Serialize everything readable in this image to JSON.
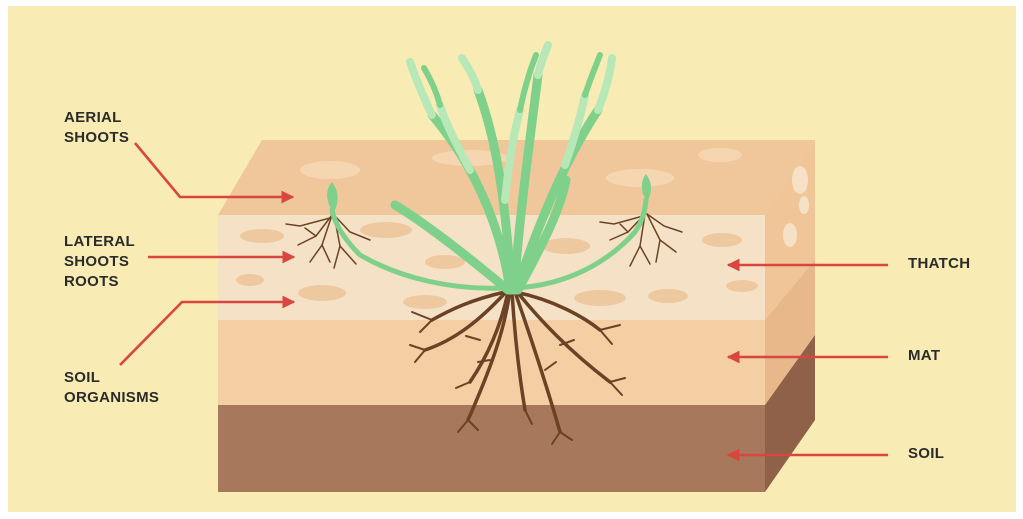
{
  "labels": {
    "aerial": [
      "AERIAL",
      "SHOOTS"
    ],
    "lateral": [
      "LATERAL",
      "SHOOTS",
      "ROOTS"
    ],
    "soil_organisms": [
      "SOIL",
      "ORGANISMS"
    ],
    "thatch": "THATCH",
    "mat": "MAT",
    "soil": "SOIL"
  },
  "layers": [
    "thatch",
    "mat",
    "soil"
  ],
  "colors": {
    "background": "#f8ecb4",
    "top_face": "#f0c79a",
    "thatch_front": "#f5e2c6",
    "thatch_patch": "#eec9a0",
    "mat_front": "#f3cfa3",
    "soil_front": "#a8785c",
    "side_upper": "#f0c698",
    "side_mat": "#e8b88a",
    "side_soil": "#8e6148",
    "arrow": "#d9453f",
    "grass": "#7fd08a",
    "grass_light": "#b8e8b8",
    "root": "#6b4226"
  }
}
